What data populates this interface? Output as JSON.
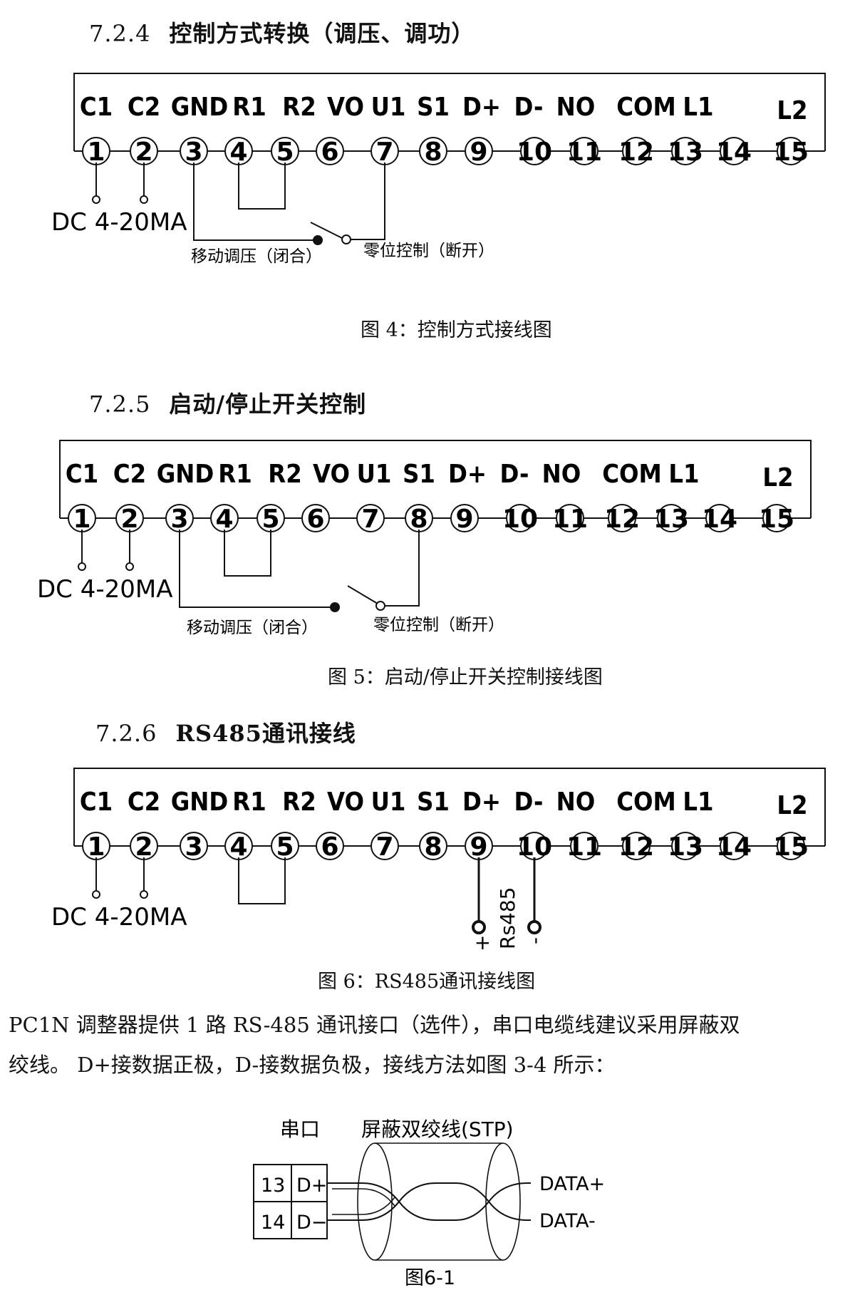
{
  "terminals": {
    "labels": [
      "C1",
      "C2",
      "GND",
      "R1",
      "R2",
      "VO",
      "U1",
      "S1",
      "D+",
      "D-",
      "NO",
      "COM",
      "L1",
      "",
      "L2"
    ],
    "numbers": [
      "1",
      "2",
      "3",
      "4",
      "5",
      "6",
      "7",
      "8",
      "9",
      "10",
      "11",
      "12",
      "13",
      "14",
      "15"
    ]
  },
  "section1": {
    "number": "7.2.4",
    "title": "控制方式转换（调压、调功）",
    "dc_label": "DC 4-20MA",
    "closed_note": "移动调压（闭合）",
    "open_note": "零位控制（断开）",
    "caption": "图 4：控制方式接线图"
  },
  "section2": {
    "number": "7.2.5",
    "title": "启动/停止开关控制",
    "dc_label": "DC 4-20MA",
    "closed_note": "移动调压（闭合）",
    "open_note": "零位控制（断开）",
    "caption": "图 5：启动/停止开关控制接线图"
  },
  "section3": {
    "number": "7.2.6",
    "title": "RS485通讯接线",
    "dc_label": "DC 4-20MA",
    "rs_label": "Rs485",
    "plus": "+",
    "minus": "-",
    "caption": "图 6：RS485通讯接线图"
  },
  "paragraph": {
    "line1": "PC1N 调整器提供 1 路 RS-485 通讯接口（选件），串口电缆线建议采用屏蔽双",
    "line2": "绞线。 D+接数据正极，D-接数据负极，接线方法如图 3-4 所示："
  },
  "fig61": {
    "header_port": "串口",
    "header_cable": "屏蔽双绞线(STP)",
    "rows": [
      {
        "num": "13",
        "sig": "D+",
        "out": "DATA+"
      },
      {
        "num": "14",
        "sig": "D−",
        "out": "DATA-"
      }
    ],
    "caption": "图6-1"
  }
}
